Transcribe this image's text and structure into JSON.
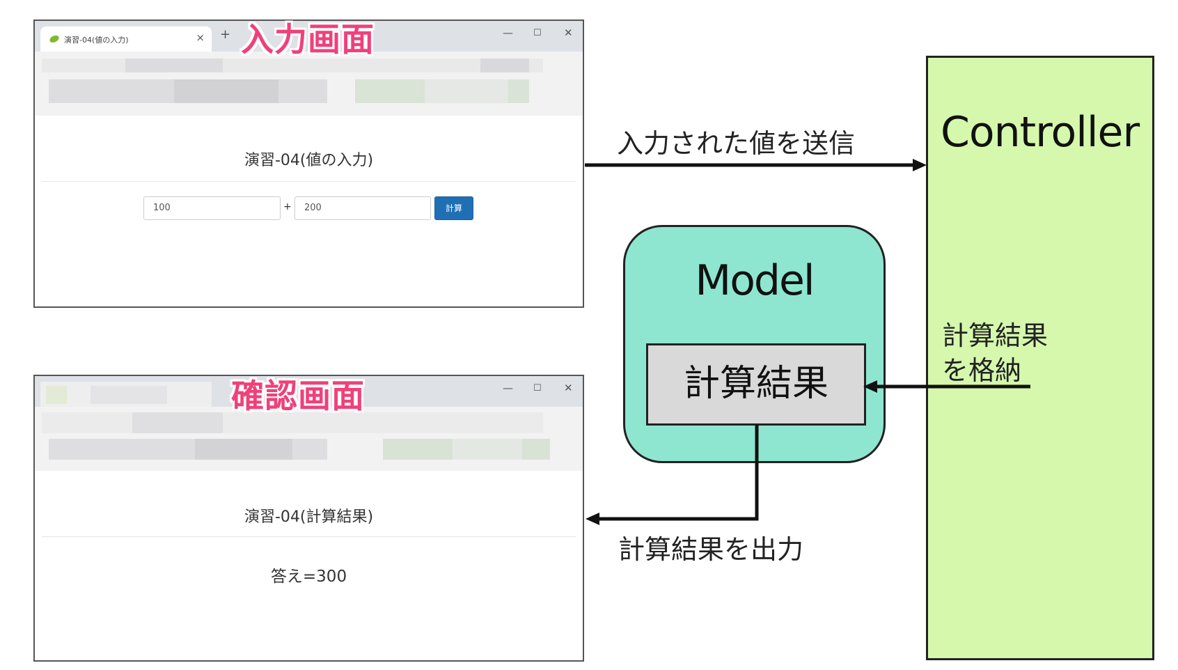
{
  "input_screen": {
    "tab_title": "演習-04(値の入力)",
    "label": "入力画面",
    "page_title": "演習-04(値の入力)",
    "value1": "100",
    "operator": "+",
    "value2": "200",
    "button": "計算"
  },
  "confirm_screen": {
    "label": "確認画面",
    "page_title": "演習-04(計算結果)",
    "answer": "答え=300"
  },
  "window_controls": {
    "minimize": "—",
    "maximize": "☐",
    "close": "✕"
  },
  "tab_controls": {
    "close": "×",
    "new_tab": "+"
  },
  "diagram": {
    "controller": "Controller",
    "controller_note": [
      "計算結果",
      "を格納"
    ],
    "model": "Model",
    "result": "計算結果",
    "send_label": "入力された値を送信",
    "output_label": "計算結果を出力"
  },
  "colors": {
    "label_pink": "#f0407a",
    "controller_fill": "#d5f8ad",
    "model_fill": "#8ee6d1",
    "result_fill": "#d9d9d9",
    "button_blue": "#1f6fb5"
  }
}
